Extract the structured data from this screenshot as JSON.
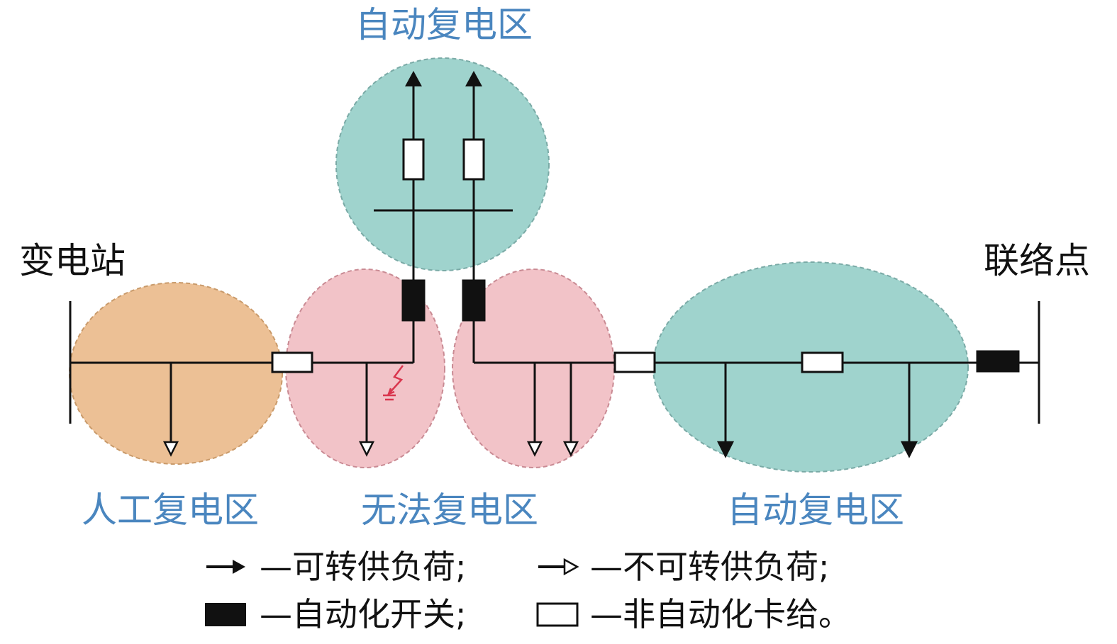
{
  "labels": {
    "top_zone": "自动复电区",
    "substation": "变电站",
    "tie_point": "联络点",
    "manual_zone": "人工复电区",
    "unrestorable_zone": "无法复电区",
    "auto_zone": "自动复电区"
  },
  "legend": {
    "transferable_load": "—可转供负荷;",
    "non_transferable_load": "—不可转供负荷;",
    "automated_switch": "—自动化开关;",
    "non_automated_switch": "—非自动化卡给。"
  },
  "colors": {
    "auto_zone_fill": "#9fd3cd",
    "manual_zone_fill": "#ecc095",
    "unrestorable_zone_fill": "#f2c3c8",
    "zone_label": "#4a86bf",
    "fault_mark": "#d9364e",
    "line": "#111111"
  },
  "icons": {
    "fault": "fault-lightning-icon",
    "ground": "ground-icon"
  }
}
